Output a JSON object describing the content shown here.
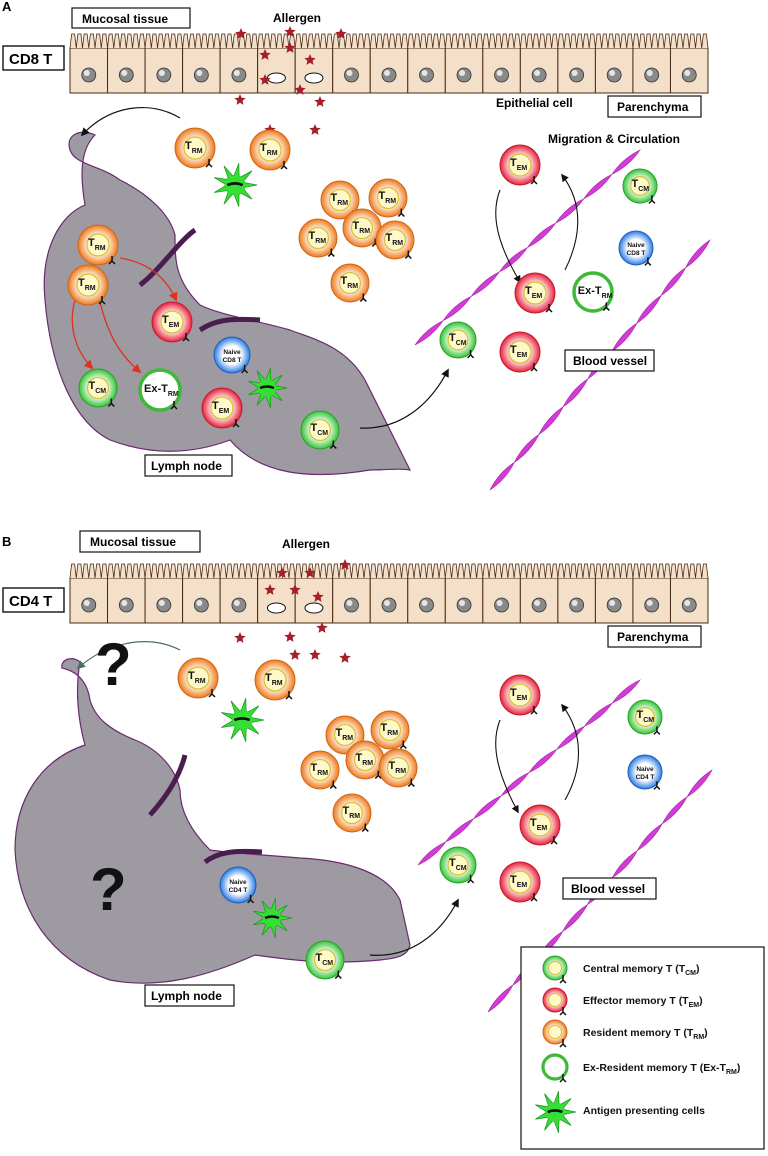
{
  "panel_a": {
    "letter": "A",
    "cell_type_label": "CD8 T",
    "mucosal_tissue": "Mucosal tissue",
    "allergen": "Allergen",
    "epithelial_cell": "Epithelial cell",
    "parenchyma": "Parenchyma",
    "migration": "Migration & Circulation",
    "blood_vessel": "Blood vessel",
    "lymph_node": "Lymph node",
    "naive_line1": "Naive",
    "naive_line2": "CD8 T"
  },
  "panel_b": {
    "letter": "B",
    "cell_type_label": "CD4 T",
    "mucosal_tissue": "Mucosal tissue",
    "allergen": "Allergen",
    "parenchyma": "Parenchyma",
    "blood_vessel": "Blood vessel",
    "lymph_node": "Lymph node",
    "naive_line1": "Naive",
    "naive_line2": "CD4 T",
    "question_mark": "?"
  },
  "cells": {
    "t": "T",
    "rm": "RM",
    "em": "EM",
    "cm": "CM",
    "ex": "Ex-T"
  },
  "legend": {
    "items": [
      {
        "text": "Central memory T (T",
        "sub": "CM",
        "close": ")"
      },
      {
        "text": "Effector memory T (T",
        "sub": "EM",
        "close": ")"
      },
      {
        "text": "Resident memory T (T",
        "sub": "RM",
        "close": ")"
      },
      {
        "text": "Ex-Resident memory T (Ex-T",
        "sub": "RM",
        "close": ")"
      },
      {
        "text": "Antigen presenting cells",
        "sub": "",
        "close": ""
      }
    ]
  },
  "colors": {
    "tcm": "#35c535",
    "tem": "#e8223a",
    "trm": "#ee7a1a",
    "ex_trm": "#4fd04a",
    "naive": "#2a7be4",
    "apc": "#35e035",
    "vessel": "#d23bd8",
    "lymph_node": "#9d9aa2",
    "epithelium": "#f4dfc8",
    "allergen": "#a3202b",
    "red_arrow": "#e03020"
  }
}
